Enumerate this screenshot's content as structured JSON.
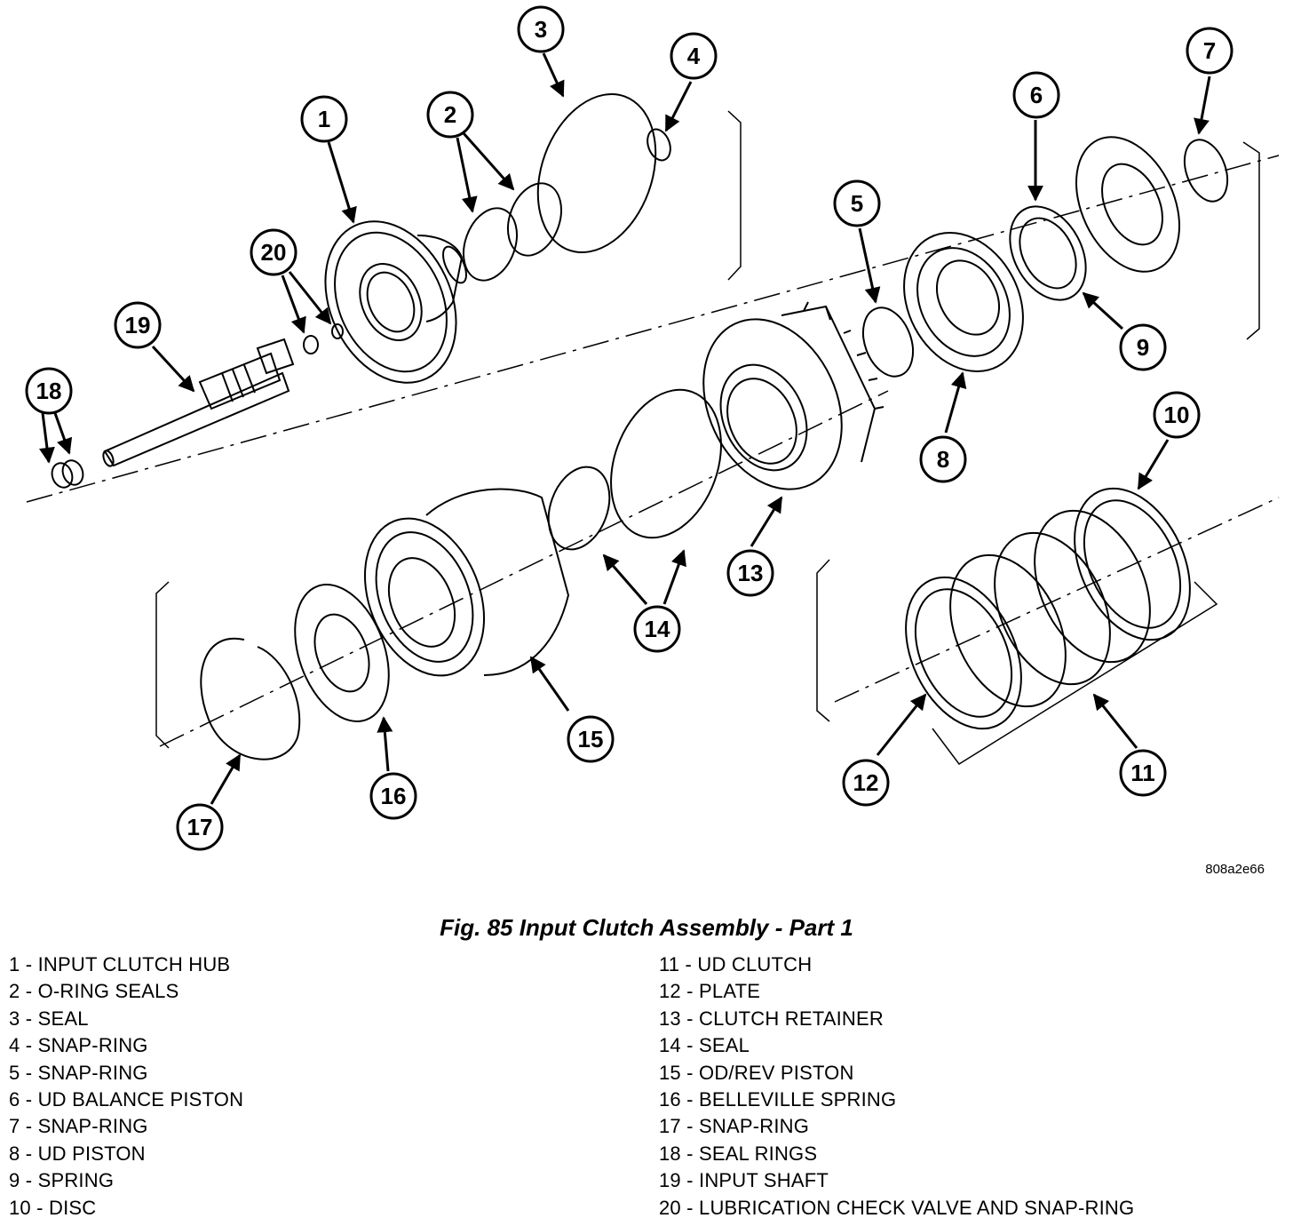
{
  "figure": {
    "caption": "Fig. 85 Input Clutch Assembly - Part 1",
    "image_code": "808a2e66",
    "callouts": [
      "1",
      "2",
      "3",
      "4",
      "5",
      "6",
      "7",
      "8",
      "9",
      "10",
      "11",
      "12",
      "13",
      "14",
      "15",
      "16",
      "17",
      "18",
      "19",
      "20"
    ]
  },
  "legend": {
    "left": [
      {
        "text": "1 - INPUT CLUTCH HUB"
      },
      {
        "text": "2 - O-RING SEALS"
      },
      {
        "text": "3 - SEAL"
      },
      {
        "text": "4 - SNAP-RING"
      },
      {
        "text": "5 - SNAP-RING"
      },
      {
        "text": "6 - UD BALANCE PISTON"
      },
      {
        "text": "7 - SNAP-RING"
      },
      {
        "text": "8 - UD PISTON"
      },
      {
        "text": "9 - SPRING"
      },
      {
        "text": "10 - DISC"
      }
    ],
    "right": [
      {
        "text": "11 - UD CLUTCH"
      },
      {
        "text": "12 - PLATE"
      },
      {
        "text": "13 - CLUTCH RETAINER"
      },
      {
        "text": "14 - SEAL"
      },
      {
        "text": "15 - OD/REV PISTON"
      },
      {
        "text": "16 - BELLEVILLE SPRING"
      },
      {
        "text": "17 - SNAP-RING"
      },
      {
        "text": "18 - SEAL RINGS"
      },
      {
        "text": "19 - INPUT SHAFT"
      },
      {
        "text": "20 - LUBRICATION CHECK VALVE AND SNAP-RING"
      }
    ]
  }
}
